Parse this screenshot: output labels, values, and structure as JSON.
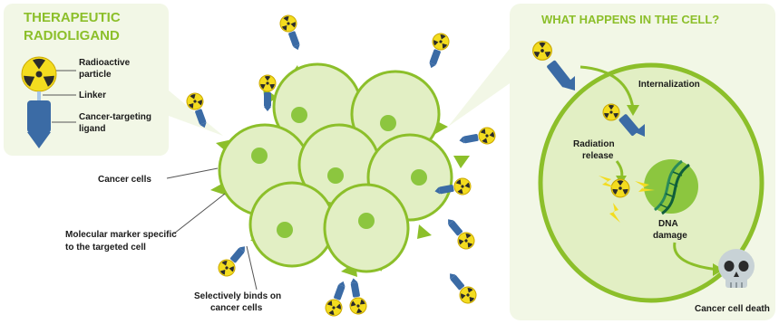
{
  "left_box": {
    "title_line1": "THERAPEUTIC",
    "title_line2": "RADIOLIGAND",
    "particle_line1": "Radioactive",
    "particle_line2": "particle",
    "linker": "Linker",
    "ligand_line1": "Cancer-targeting",
    "ligand_line2": "ligand"
  },
  "center": {
    "cancer_cells": "Cancer cells",
    "marker_line1": "Molecular marker specific",
    "marker_line2": "to the targeted cell",
    "binds_line1": "Selectively binds on",
    "binds_line2": "cancer cells"
  },
  "right_box": {
    "title": "WHAT HAPPENS IN THE CELL?",
    "internalization": "Internalization",
    "radiation_line1": "Radiation",
    "radiation_line2": "release",
    "dna_line1": "DNA",
    "dna_line2": "damage",
    "death": "Cancer cell death"
  },
  "colors": {
    "accent_green": "#8cbf2a",
    "cell_fill": "#e2efc4",
    "nucleus": "#8cc63f",
    "ligand_blue": "#3b6ba5",
    "radio_yellow": "#f3dc1f"
  },
  "icons": [
    "radiation-trefoil-icon",
    "skull-icon",
    "dna-helix-icon",
    "lightning-bolt-icon"
  ]
}
